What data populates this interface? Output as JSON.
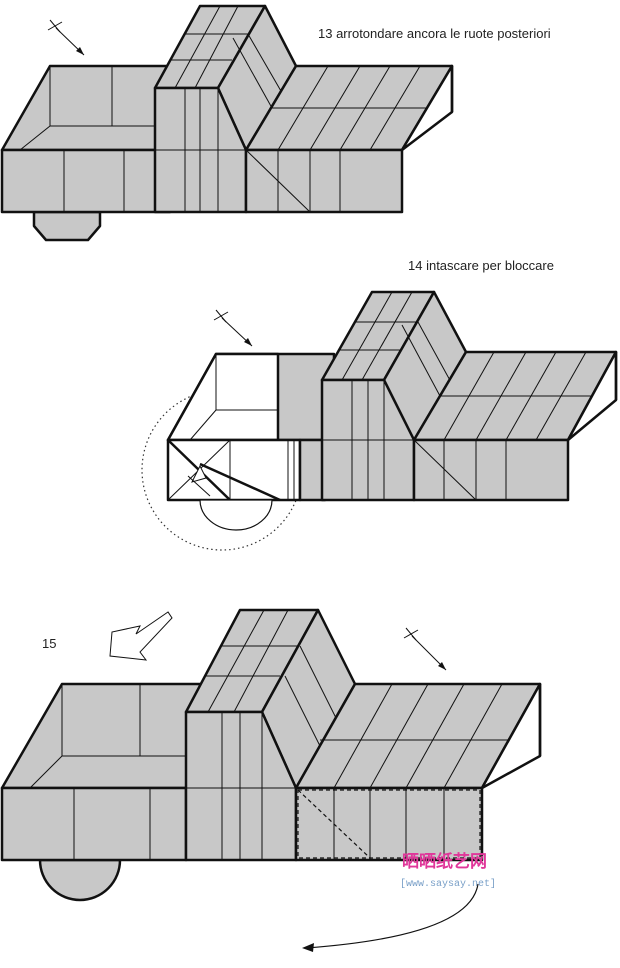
{
  "steps": [
    {
      "label": "13 arrotondare ancora le ruote posteriori"
    },
    {
      "label": "14 intascare per bloccare"
    },
    {
      "label": "15"
    }
  ],
  "watermark": {
    "cn_text": "晒晒纸艺网",
    "url": "[www.saysay.net]",
    "cn_color": "#e0379a"
  }
}
